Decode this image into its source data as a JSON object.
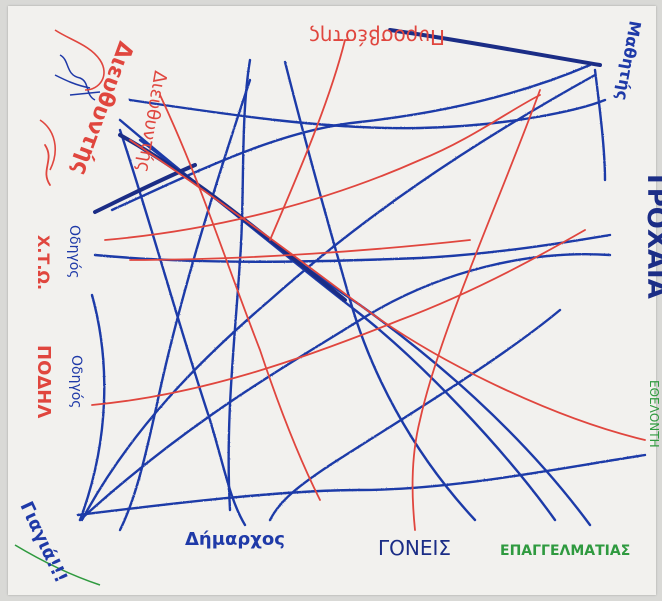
{
  "image": {
    "description_free_labels": {
      "top_left_red": "Διευθυντής",
      "top_center_red": "Διευθυντής",
      "top_right_red": "Πυροσβέστης",
      "top_right_blue": "Μαθητής",
      "right_blue": "ΤΡΟΧΑΙΑ",
      "left_blue_1": "Οδηγός",
      "left_red_1": "Χ.Τ.Ω.",
      "left_blue_2": "Οδηγός",
      "left_red_2": "ΠΟΔΗΛ",
      "bottom_left_blue": "Γιαγιά!!!",
      "bottom_center_blue": "Δήμαρχος",
      "bottom_center_blue_2": "ΓΟΝΕΙΣ",
      "bottom_right_green": "ΕΠΑΓΓΕΛΜΑΤΙΑΣ",
      "right_green": "ΕΘΕΛΟΝΤΗ"
    },
    "colors": {
      "paper": "#f2f1ee",
      "blue": "#1f3aa8",
      "dark_blue": "#1b2d86",
      "red": "#e0463e",
      "green": "#2f9a3f"
    }
  }
}
